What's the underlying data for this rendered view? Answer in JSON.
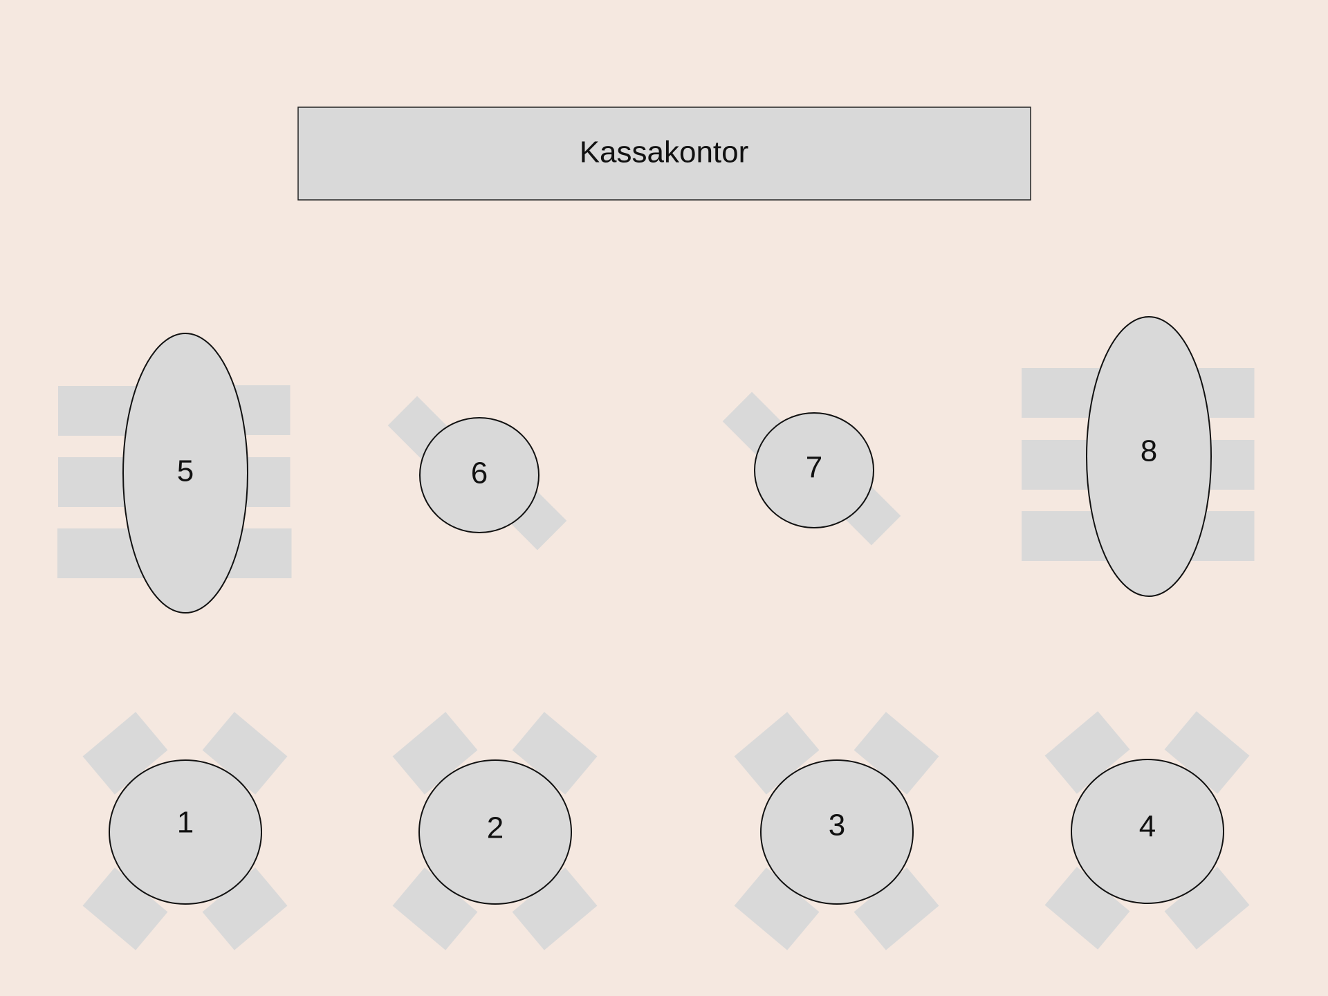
{
  "colors": {
    "background": "#f5e8e0",
    "furniture": "#d9d9d9",
    "outline": "#111111"
  },
  "counter": {
    "label": "Kassakontor"
  },
  "tables": [
    {
      "id": "table-5",
      "label": "5",
      "shape": "oval",
      "seats": 6
    },
    {
      "id": "table-6",
      "label": "6",
      "shape": "round",
      "seats": 2
    },
    {
      "id": "table-7",
      "label": "7",
      "shape": "round",
      "seats": 2
    },
    {
      "id": "table-8",
      "label": "8",
      "shape": "oval",
      "seats": 6
    },
    {
      "id": "table-1",
      "label": "1",
      "shape": "round",
      "seats": 4
    },
    {
      "id": "table-2",
      "label": "2",
      "shape": "round",
      "seats": 4
    },
    {
      "id": "table-3",
      "label": "3",
      "shape": "round",
      "seats": 4
    },
    {
      "id": "table-4",
      "label": "4",
      "shape": "round",
      "seats": 4
    }
  ]
}
